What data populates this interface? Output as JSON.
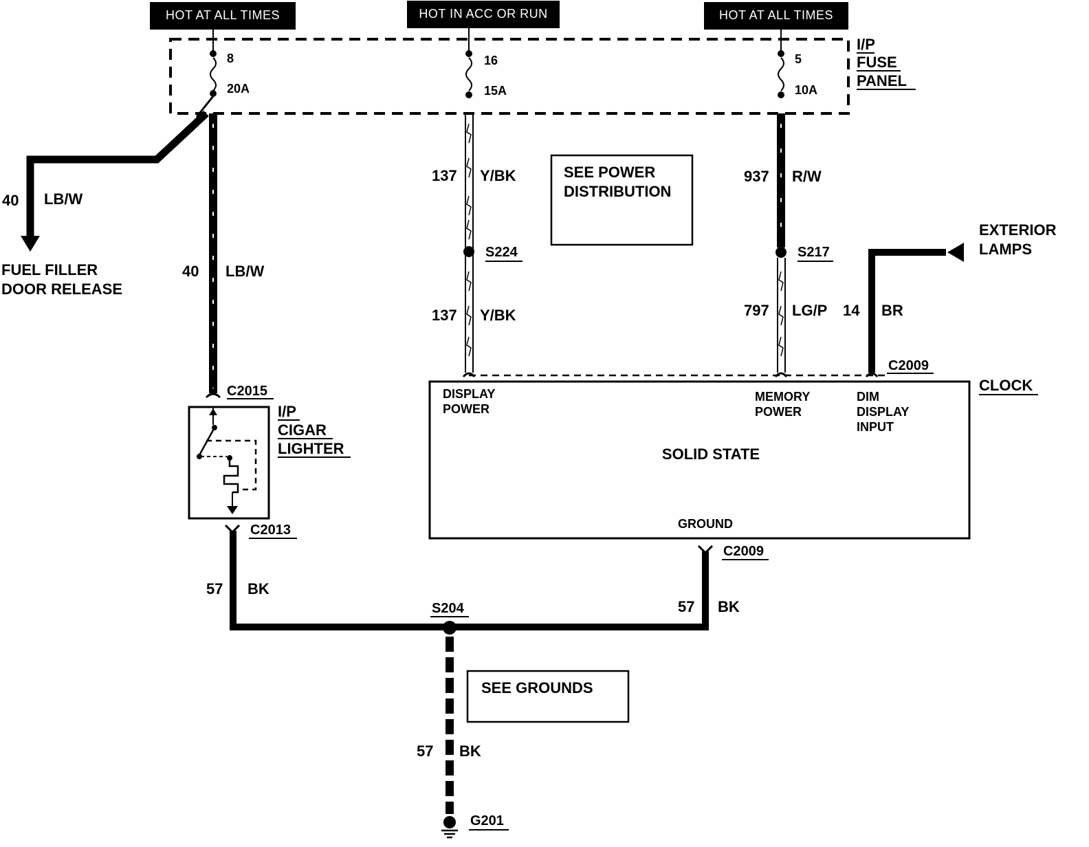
{
  "headers": {
    "left": "HOT AT ALL TIMES",
    "middle": "HOT IN ACC OR RUN",
    "right": "HOT AT ALL TIMES"
  },
  "fuse_panel": {
    "label_line1": "I/P",
    "label_line2": "FUSE",
    "label_line3": "PANEL",
    "fuses": [
      {
        "number": "8",
        "rating": "20A"
      },
      {
        "number": "16",
        "rating": "15A"
      },
      {
        "number": "5",
        "rating": "10A"
      }
    ]
  },
  "wires": {
    "w40_top": {
      "circuit": "40",
      "color": "LB/W"
    },
    "w40_main": {
      "circuit": "40",
      "color": "LB/W"
    },
    "w137_top": {
      "circuit": "137",
      "color": "Y/BK"
    },
    "w137_bottom": {
      "circuit": "137",
      "color": "Y/BK"
    },
    "w937": {
      "circuit": "937",
      "color": "R/W"
    },
    "w797": {
      "circuit": "797",
      "color": "LG/P"
    },
    "w14": {
      "circuit": "14",
      "color": "BR"
    },
    "w57_left": {
      "circuit": "57",
      "color": "BK"
    },
    "w57_right": {
      "circuit": "57",
      "color": "BK"
    },
    "w57_bottom": {
      "circuit": "57",
      "color": "BK"
    }
  },
  "fuel_filler": {
    "line1": "FUEL FILLER",
    "line2": "DOOR RELEASE"
  },
  "exterior_lamps": {
    "line1": "EXTERIOR",
    "line2": "LAMPS"
  },
  "notes": {
    "power_line1": "SEE POWER",
    "power_line2": "DISTRIBUTION",
    "grounds": "SEE GROUNDS"
  },
  "splices": {
    "s224": "S224",
    "s217": "S217",
    "s204": "S204"
  },
  "connectors": {
    "c2015": "C2015",
    "c2013": "C2013",
    "c2009_top": "C2009",
    "c2009_bottom": "C2009"
  },
  "cigar_lighter": {
    "line1": "I/P",
    "line2": "CIGAR",
    "line3": "LIGHTER"
  },
  "clock": {
    "label": "CLOCK",
    "type": "SOLID STATE",
    "display_power_1": "DISPLAY",
    "display_power_2": "POWER",
    "memory_power_1": "MEMORY",
    "memory_power_2": "POWER",
    "dim_1": "DIM",
    "dim_2": "DISPLAY",
    "dim_3": "INPUT",
    "ground": "GROUND"
  },
  "ground_point": "G201"
}
